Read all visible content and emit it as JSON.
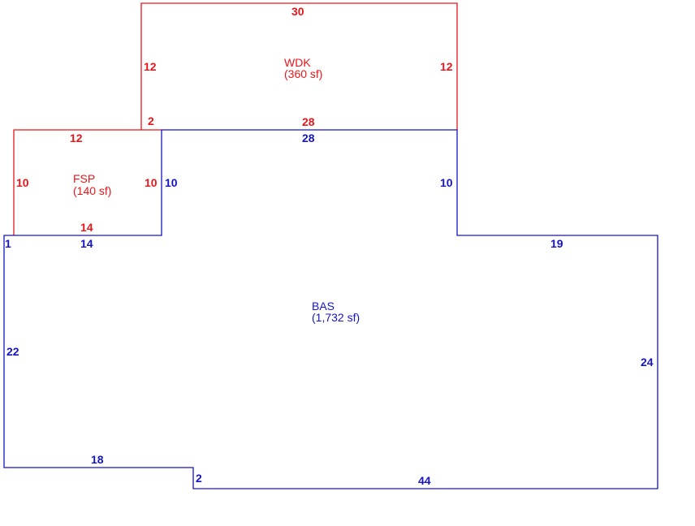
{
  "colors": {
    "addition": "#e8161b",
    "base": "#1414c8"
  },
  "areas": {
    "wdk": {
      "code": "WDK",
      "area": "(360 sf)"
    },
    "fsp": {
      "code": "FSP",
      "area": "(140 sf)"
    },
    "bas": {
      "code": "BAS",
      "area": "(1,732 sf)"
    }
  },
  "dimensions": {
    "wdk_top": "30",
    "wdk_left": "12",
    "wdk_right": "12",
    "wdk_bottom": "28",
    "wdk_offset": "2",
    "fsp_top": "12",
    "fsp_left": "10",
    "fsp_right": "10",
    "fsp_bottom": "14",
    "bas_top_mid": "28",
    "bas_left_upper": "10",
    "bas_right_upper": "10",
    "bas_step_left": "1",
    "bas_top_left": "14",
    "bas_top_right": "19",
    "bas_left": "22",
    "bas_right": "24",
    "bas_bottom_left": "18",
    "bas_step_bottom": "2",
    "bas_bottom": "44"
  }
}
